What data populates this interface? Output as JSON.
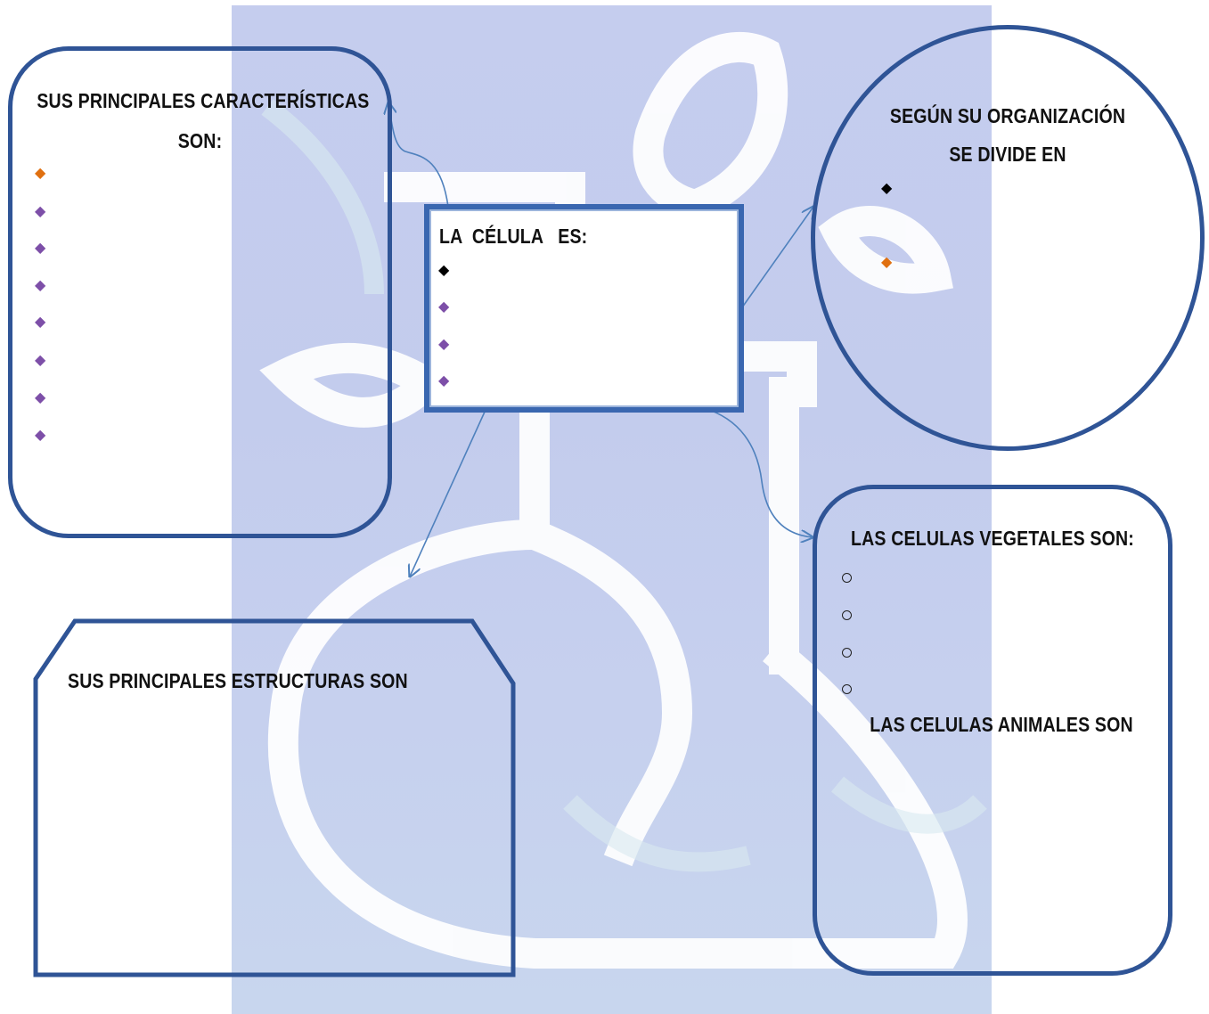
{
  "center_box": {
    "title": "LA  CÉLULA   ES:",
    "bullets": [
      "◆",
      "◆",
      "◆",
      "◆"
    ]
  },
  "characteristics_box": {
    "title_line1": "SUS PRINCIPALES CARACTERÍSTICAS",
    "title_line2": "SON:",
    "bullets": [
      "◆",
      "◆",
      "◆",
      "◆",
      "◆",
      "◆",
      "◆",
      "◆"
    ]
  },
  "organization_circle": {
    "title_line1": "SEGÚN SU ORGANIZACIÓN",
    "title_line2": "SE DIVIDE EN",
    "bullets": [
      "◆",
      "◆"
    ]
  },
  "cells_box": {
    "vegetal_title": "LAS CELULAS VEGETALES SON:",
    "animal_title": "LAS CELULAS ANIMALES SON",
    "circle_bullets": 4
  },
  "structures_box": {
    "title": "SUS PRINCIPALES ESTRUCTURAS SON"
  },
  "colors": {
    "border": "#2f5496",
    "connector": "#4f81bd",
    "background_panel": "#c5cdee",
    "watermark": "#ffffff",
    "bullet_purple": "#7d4fa8",
    "bullet_orange": "#e07010",
    "bullet_black": "#000000"
  }
}
